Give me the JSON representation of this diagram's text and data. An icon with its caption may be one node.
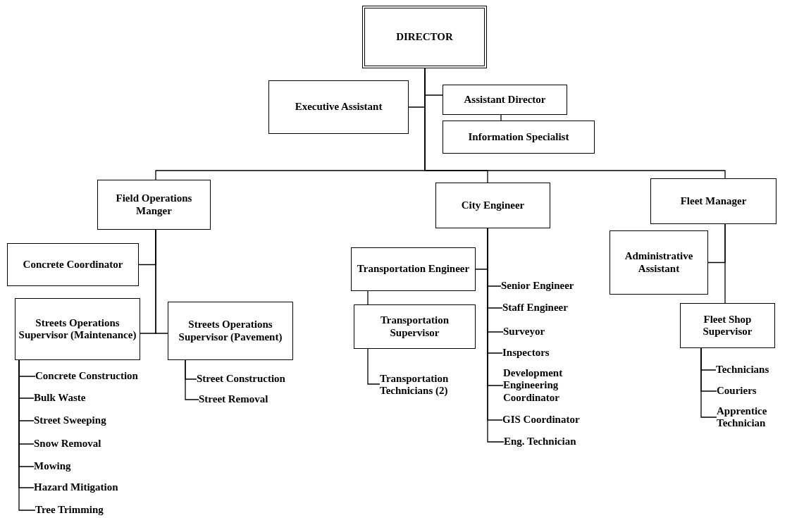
{
  "diagram": {
    "nodes": [
      {
        "text": [
          "DIRECTOR"
        ]
      },
      {
        "text": [
          "Executive Assistant"
        ]
      },
      {
        "text": [
          "Assistant Director"
        ]
      },
      {
        "text": [
          "Information Specialist"
        ]
      },
      {
        "text": [
          "Field Operations Manger"
        ]
      },
      {
        "text": [
          "City Engineer"
        ]
      },
      {
        "text": [
          "Fleet Manager"
        ]
      },
      {
        "text": [
          "Concrete Coordinator"
        ]
      },
      {
        "text": [
          "Streets Operations Supervisor (Maintenance)"
        ]
      },
      {
        "text": [
          "Streets Operations Supervisor (Pavement)"
        ]
      },
      {
        "text": [
          "Concrete Construction"
        ]
      },
      {
        "text": [
          "Bulk Waste"
        ]
      },
      {
        "text": [
          "Street Sweeping"
        ]
      },
      {
        "text": [
          "Snow Removal"
        ]
      },
      {
        "text": [
          "Mowing"
        ]
      },
      {
        "text": [
          "Hazard Mitigation"
        ]
      },
      {
        "text": [
          "Tree Trimming"
        ]
      },
      {
        "text": [
          "Street Construction"
        ]
      },
      {
        "text": [
          "Street Removal"
        ]
      },
      {
        "text": [
          "Transportation Engineer"
        ]
      },
      {
        "text": [
          "Transportation Supervisor"
        ]
      },
      {
        "text": [
          "Transportation Technicians (2)"
        ]
      },
      {
        "text": [
          "Senior Engineer"
        ]
      },
      {
        "text": [
          "Staff Engineer"
        ]
      },
      {
        "text": [
          "Surveyor"
        ]
      },
      {
        "text": [
          "Inspectors"
        ]
      },
      {
        "text": [
          "Development Engineering Coordinator"
        ]
      },
      {
        "text": [
          "GIS Coordinator"
        ]
      },
      {
        "text": [
          "Eng. Technician"
        ]
      },
      {
        "text": [
          "Administrative Assistant"
        ]
      },
      {
        "text": [
          "Fleet Shop Supervisor"
        ]
      },
      {
        "text": [
          "Technicians"
        ]
      },
      {
        "text": [
          "Couriers"
        ]
      },
      {
        "text": [
          "Apprentice Technician"
        ]
      }
    ],
    "edges": [
      {
        "from": 0,
        "to": 1,
        "arrow": "none"
      },
      {
        "from": 0,
        "to": 2,
        "arrow": "none"
      },
      {
        "from": 2,
        "to": 3,
        "arrow": "none"
      },
      {
        "from": 0,
        "to": 4,
        "arrow": "none"
      },
      {
        "from": 0,
        "to": 5,
        "arrow": "none"
      },
      {
        "from": 0,
        "to": 6,
        "arrow": "none"
      },
      {
        "from": 4,
        "to": 7,
        "arrow": "none"
      },
      {
        "from": 4,
        "to": 8,
        "arrow": "none"
      },
      {
        "from": 4,
        "to": 9,
        "arrow": "none"
      },
      {
        "from": 8,
        "to": 10,
        "arrow": "none"
      },
      {
        "from": 8,
        "to": 11,
        "arrow": "none"
      },
      {
        "from": 8,
        "to": 12,
        "arrow": "none"
      },
      {
        "from": 8,
        "to": 13,
        "arrow": "none"
      },
      {
        "from": 8,
        "to": 14,
        "arrow": "none"
      },
      {
        "from": 8,
        "to": 15,
        "arrow": "none"
      },
      {
        "from": 8,
        "to": 16,
        "arrow": "none"
      },
      {
        "from": 9,
        "to": 17,
        "arrow": "none"
      },
      {
        "from": 9,
        "to": 18,
        "arrow": "none"
      },
      {
        "from": 5,
        "to": 19,
        "arrow": "none"
      },
      {
        "from": 19,
        "to": 20,
        "arrow": "none"
      },
      {
        "from": 20,
        "to": 21,
        "arrow": "none"
      },
      {
        "from": 5,
        "to": 22,
        "arrow": "none"
      },
      {
        "from": 5,
        "to": 23,
        "arrow": "none"
      },
      {
        "from": 5,
        "to": 24,
        "arrow": "none"
      },
      {
        "from": 5,
        "to": 25,
        "arrow": "none"
      },
      {
        "from": 5,
        "to": 26,
        "arrow": "none"
      },
      {
        "from": 5,
        "to": 27,
        "arrow": "none"
      },
      {
        "from": 5,
        "to": 28,
        "arrow": "none"
      },
      {
        "from": 6,
        "to": 29,
        "arrow": "none"
      },
      {
        "from": 6,
        "to": 30,
        "arrow": "none"
      },
      {
        "from": 30,
        "to": 31,
        "arrow": "none"
      },
      {
        "from": 30,
        "to": 32,
        "arrow": "none"
      },
      {
        "from": 30,
        "to": 33,
        "arrow": "none"
      }
    ]
  }
}
